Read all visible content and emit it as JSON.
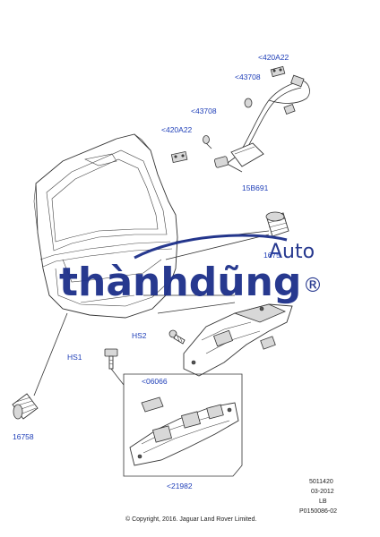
{
  "callouts": {
    "c420a22_top": "<420A22",
    "c43708_top": "<43708",
    "c43708_mid": "<43708",
    "c420a22_mid": "<420A22",
    "c15b691": "15B691",
    "c1675x": "1675",
    "chs2": "HS2",
    "chs1": "HS1",
    "c06066": "<06066",
    "c16758": "16758",
    "c21982": "<21982"
  },
  "reference": {
    "code1": "5011420",
    "code2": "03-2012",
    "code3": "LB",
    "code4": "P0150086-02"
  },
  "copyright": "© Copyright, 2016. Jaguar Land Rover Limited.",
  "watermark": {
    "brand": "thànhdũng",
    "sub": "Auto",
    "mark": "®"
  },
  "colors": {
    "callout": "#1f3fb8",
    "watermark": "#1c2f8a"
  }
}
